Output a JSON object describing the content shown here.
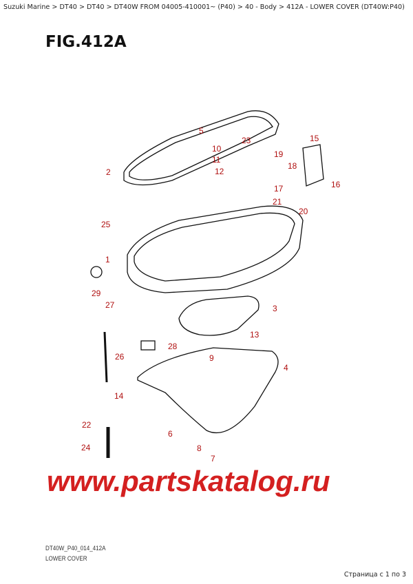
{
  "breadcrumb": "Suzuki Marine > DT40 > DT40 > DT40W FROM 04005-410001~ (P40) > 40 - Body > 412A - LOWER COVER (DT40W:P40)",
  "figure_title": "FIG.412A",
  "diagram_code": "DT40W_P40_014_412A",
  "caption": "LOWER COVER",
  "pager": "Страница с 1 по 3",
  "watermark": "www.partskatalog.ru",
  "label_color": "#b01010",
  "callouts": [
    "5",
    "23",
    "15",
    "10",
    "19",
    "18",
    "11",
    "12",
    "2",
    "16",
    "17",
    "21",
    "20",
    "25",
    "1",
    "29",
    "27",
    "3",
    "13",
    "28",
    "26",
    "9",
    "4",
    "14",
    "22",
    "6",
    "24",
    "8",
    "7"
  ]
}
